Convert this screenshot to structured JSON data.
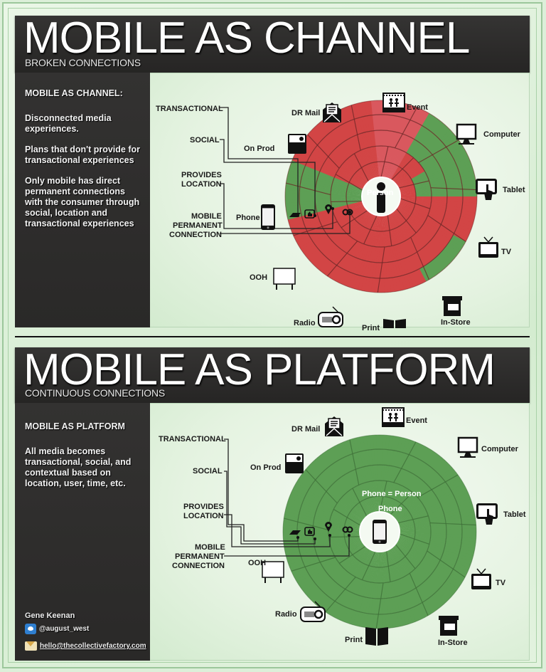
{
  "colors": {
    "background": "#dcefd9",
    "chalkboard": "#2b2a29",
    "red": "#d24545",
    "light_red": "#d9585e",
    "green": "#5d9f55",
    "ring_line": "#6b2626",
    "green_line": "#3d6e37"
  },
  "top": {
    "title": "MOBILE AS CHANNEL",
    "subtitle": "BROKEN CONNECTIONS",
    "sidebar": {
      "heading": "MOBILE AS CHANNEL:",
      "paragraphs": [
        "Disconnected media experiences.",
        "Plans that don't provide for transactional experiences",
        "Only mobile has direct permanent connections with the consumer through social, location and transactional experiences"
      ]
    },
    "center_label": "Person",
    "center_icon": "info-person-icon",
    "callouts": {
      "transactional": "TRANSACTIONAL",
      "social": "SOCIAL",
      "location": [
        "PROVIDES",
        "LOCATION"
      ],
      "permanent": [
        "MOBILE",
        "PERMANENT",
        "CONNECTION"
      ]
    },
    "channels": [
      {
        "label": "DR Mail",
        "icon": "mail-envelope-icon"
      },
      {
        "label": "Event",
        "icon": "stage-event-icon"
      },
      {
        "label": "Computer",
        "icon": "monitor-icon"
      },
      {
        "label": "Tablet",
        "icon": "tablet-touch-icon"
      },
      {
        "label": "TV",
        "icon": "tv-icon"
      },
      {
        "label": "In-Store",
        "icon": "storefront-icon"
      },
      {
        "label": "Print",
        "icon": "open-book-icon"
      },
      {
        "label": "Radio",
        "icon": "radio-icon"
      },
      {
        "label": "OOH",
        "icon": "billboard-icon"
      },
      {
        "label": "Phone",
        "icon": "smartphone-icon"
      },
      {
        "label": "On Prod",
        "icon": "product-box-icon"
      }
    ]
  },
  "bottom": {
    "title": "MOBILE AS PLATFORM",
    "subtitle": "CONTINUOUS CONNECTIONS",
    "sidebar": {
      "heading": "MOBILE AS PLATFORM",
      "paragraphs": [
        "All media becomes transactional, social, and contextual based on location, user, time, etc."
      ]
    },
    "center_label_top": "Phone = Person",
    "center_label": "Phone",
    "center_icon": "smartphone-icon",
    "callouts": {
      "transactional": "TRANSACTIONAL",
      "social": "SOCIAL",
      "location": [
        "PROVIDES",
        "LOCATION"
      ],
      "permanent": [
        "MOBILE",
        "PERMANENT",
        "CONNECTION"
      ]
    },
    "channels": [
      {
        "label": "DR Mail",
        "icon": "mail-envelope-icon"
      },
      {
        "label": "Event",
        "icon": "stage-event-icon"
      },
      {
        "label": "Computer",
        "icon": "monitor-icon"
      },
      {
        "label": "Tablet",
        "icon": "tablet-touch-icon"
      },
      {
        "label": "TV",
        "icon": "tv-icon"
      },
      {
        "label": "In-Store",
        "icon": "storefront-icon"
      },
      {
        "label": "Print",
        "icon": "open-book-icon"
      },
      {
        "label": "Radio",
        "icon": "radio-icon"
      },
      {
        "label": "OOH",
        "icon": "billboard-icon"
      },
      {
        "label": "On Prod",
        "icon": "product-box-icon"
      }
    ],
    "author": {
      "name": "Gene Keenan",
      "twitter": "@august_west",
      "email": "hello@thecollectivefactory.com"
    }
  }
}
